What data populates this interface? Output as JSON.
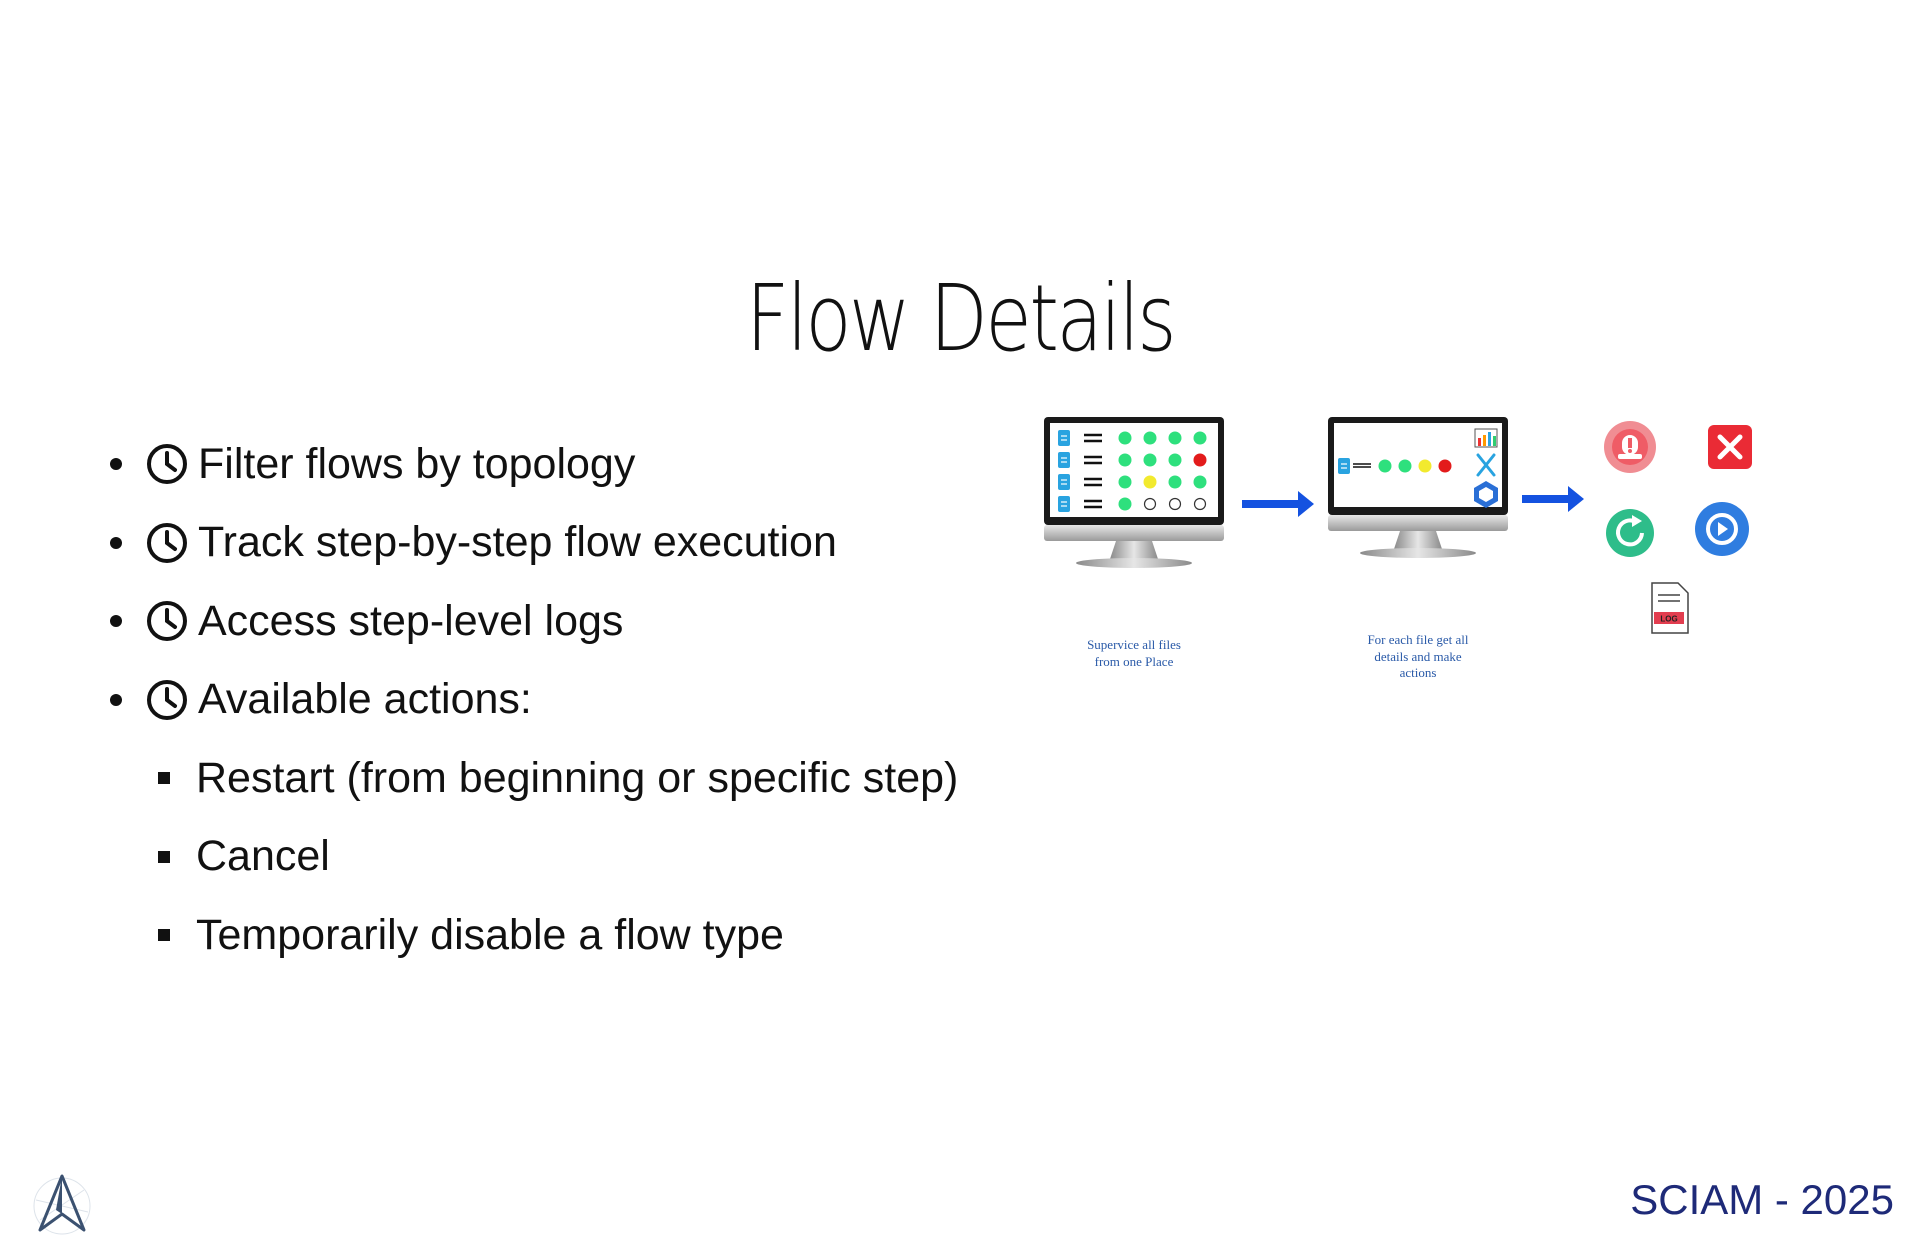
{
  "slide": {
    "title": "Flow Details",
    "bullets": [
      {
        "text": "Filter flows by topology",
        "icon": "clock-icon"
      },
      {
        "text": "Track step-by-step flow execution",
        "icon": "clock-icon"
      },
      {
        "text": "Access step-level logs",
        "icon": "clock-icon"
      },
      {
        "text": "Available actions:",
        "icon": "clock-icon"
      }
    ],
    "sub_bullets": [
      "Restart (from beginning or specific step)",
      "Cancel",
      "Temporarily disable a flow type"
    ]
  },
  "diagram": {
    "monitor1_caption_line1": "Supervice all files",
    "monitor1_caption_line2": "from one Place",
    "monitor2_caption_line1": "For each file get all",
    "monitor2_caption_line2": "details and make",
    "monitor2_caption_line3": "actions",
    "log_label": "LOG",
    "status_grid": [
      [
        "green",
        "green",
        "green",
        "green"
      ],
      [
        "green",
        "green",
        "green",
        "red"
      ],
      [
        "green",
        "yellow",
        "green",
        "green"
      ],
      [
        "green",
        "empty",
        "empty",
        "empty"
      ]
    ],
    "detail_row": [
      "green",
      "green",
      "yellow",
      "red"
    ],
    "action_icons": [
      "alert-icon",
      "cancel-icon",
      "restart-icon",
      "replay-icon",
      "log-file-icon"
    ],
    "colors": {
      "green": "#2ee07d",
      "red": "#e31b1b",
      "yellow": "#f2ea2e",
      "arrow": "#1452e0",
      "file": "#29a3e0"
    }
  },
  "footer": {
    "brand": "SCIAM - 2025",
    "brand_color": "#1e2a78",
    "logo_icon": "sciam-logo-icon"
  }
}
